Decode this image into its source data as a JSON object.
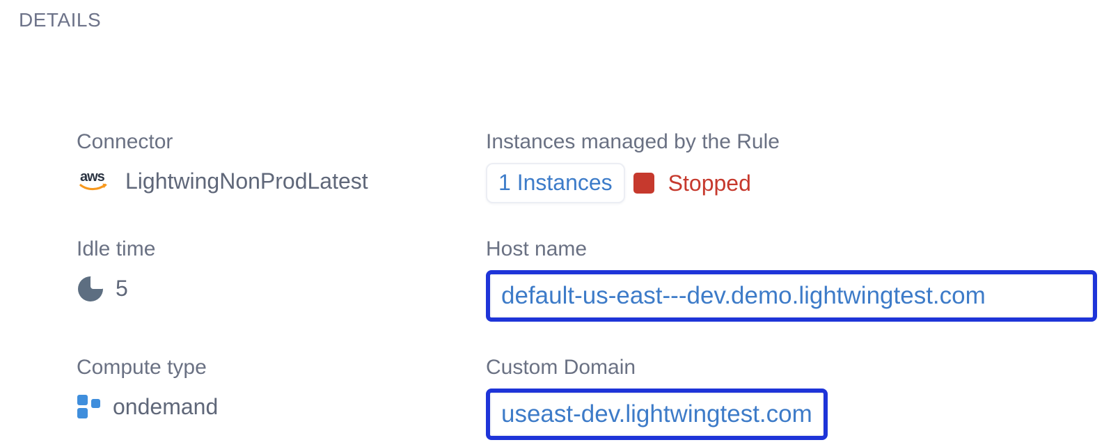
{
  "header": {
    "title": "DETAILS"
  },
  "details": {
    "connector": {
      "label": "Connector",
      "value": "LightwingNonProdLatest",
      "icon": "aws-logo"
    },
    "instances": {
      "label": "Instances managed by the Rule",
      "count_link": "1 Instances",
      "status": "Stopped"
    },
    "idle_time": {
      "label": "Idle time",
      "value": "5",
      "icon": "idle-time-clock"
    },
    "host_name": {
      "label": "Host name",
      "value": "default-us-east---dev.demo.lightwingtest.com"
    },
    "compute_type": {
      "label": "Compute type",
      "value": "ondemand",
      "icon": "compute-type-squares"
    },
    "custom_domain": {
      "label": "Custom Domain",
      "value": "useast-dev.lightwingtest.com"
    }
  },
  "colors": {
    "focus_border_blue": "#1e34d8",
    "link_blue": "#3d7cc9",
    "domain_text_blue": "#3d7bc8",
    "status_red": "#c6392d",
    "label_gray": "#6a7183",
    "icon_slate": "#5d6e81",
    "compute_squares_blue": "#3f8edc",
    "aws_orange": "#f7981d",
    "aws_navy": "#2b3442"
  }
}
